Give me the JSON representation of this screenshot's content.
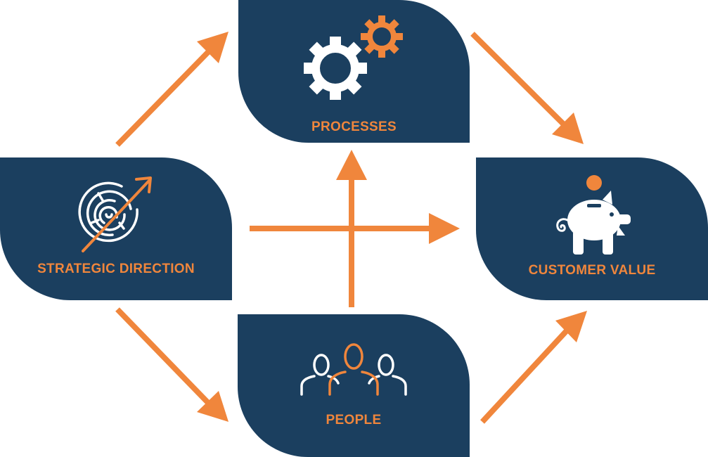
{
  "colors": {
    "box": "#1b3f5f",
    "accent": "#f0863c",
    "icon": "#ffffff",
    "background": "#ffffff"
  },
  "nodes": {
    "processes": {
      "label": "PROCESSES",
      "icon": "gears-icon"
    },
    "strategic_direction": {
      "label": "STRATEGIC DIRECTION",
      "icon": "maze-target-icon"
    },
    "customer_value": {
      "label": "CUSTOMER VALUE",
      "icon": "piggy-bank-icon"
    },
    "people": {
      "label": "PEOPLE",
      "icon": "people-group-icon"
    }
  },
  "edges": [
    {
      "from": "strategic_direction",
      "to": "processes"
    },
    {
      "from": "strategic_direction",
      "to": "people"
    },
    {
      "from": "strategic_direction",
      "to": "customer_value"
    },
    {
      "from": "people",
      "to": "processes"
    },
    {
      "from": "processes",
      "to": "customer_value"
    },
    {
      "from": "people",
      "to": "customer_value"
    }
  ]
}
